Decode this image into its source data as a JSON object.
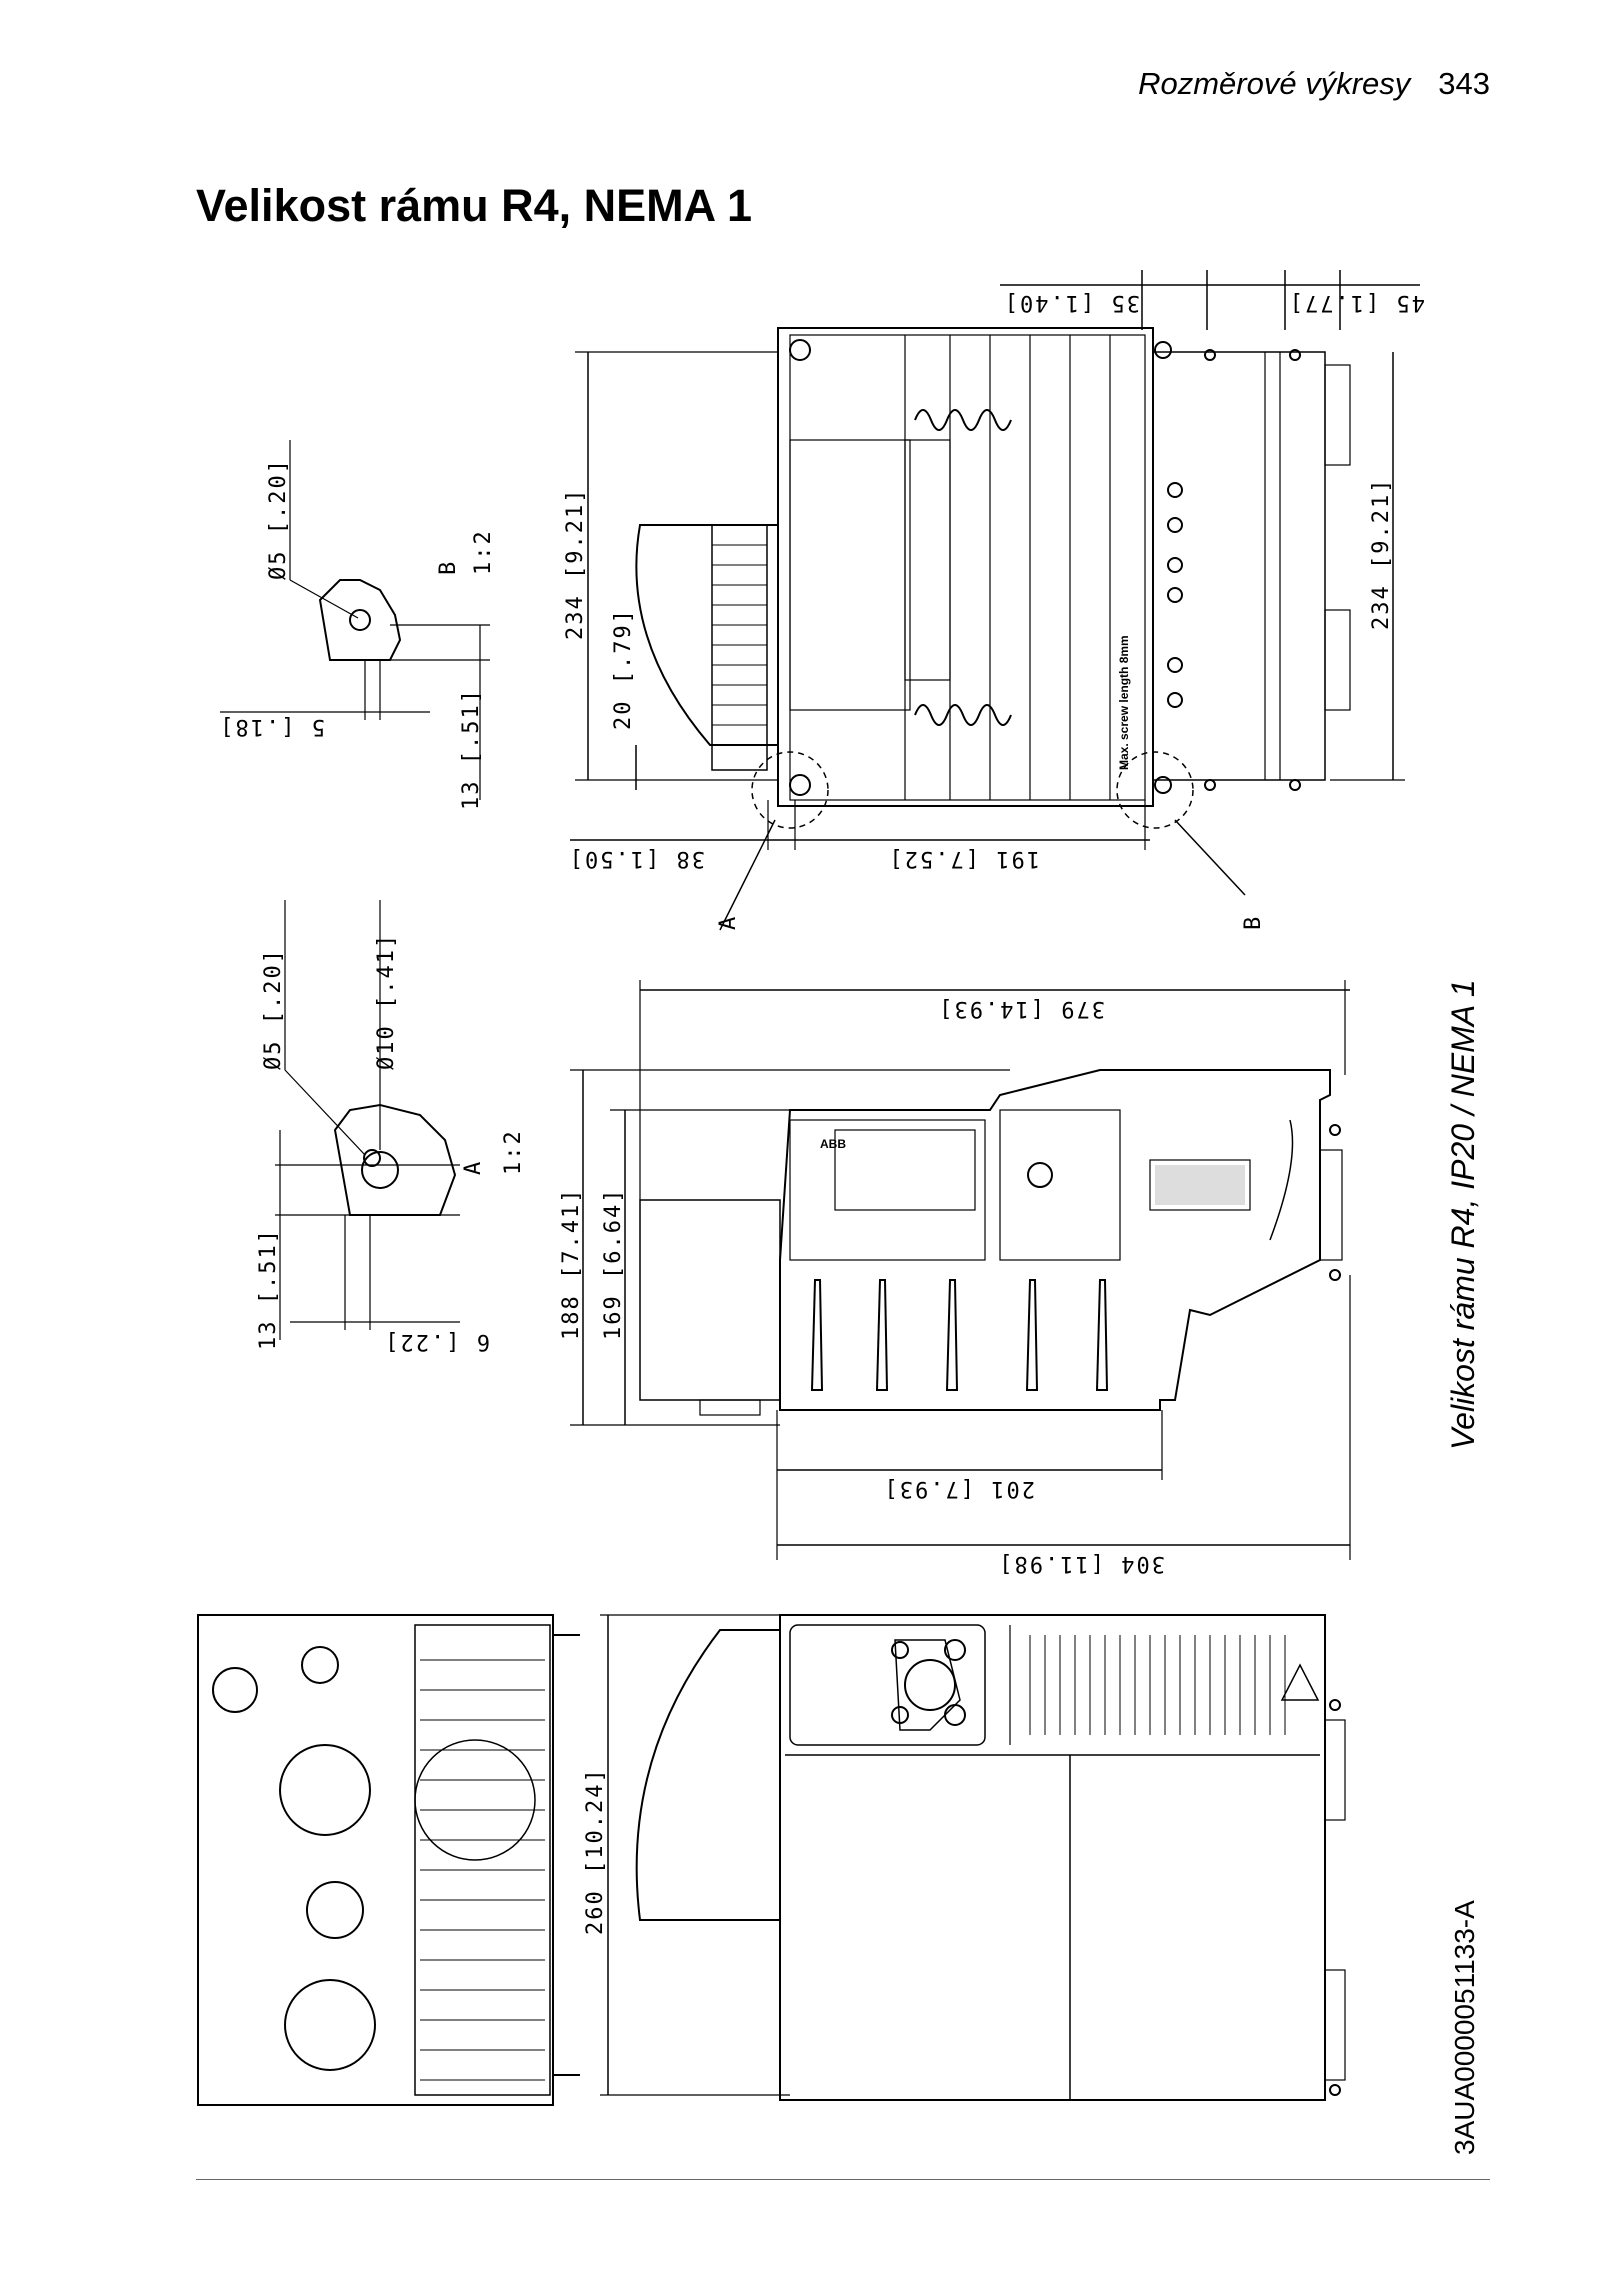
{
  "header": {
    "section": "Rozměrové výkresy",
    "page_number": "343"
  },
  "title": "Velikost rámu R4, NEMA 1",
  "caption": "Velikost rámu R4, IP20 / NEMA 1",
  "drawing_code": "3AUA0000051133-A",
  "top_view": {
    "dim_35": "35 [1.40]",
    "dim_45": "45 [1.77]",
    "dim_234_left": "234 [9.21]",
    "dim_234_right": "234 [9.21]",
    "dim_20": "20 [.79]",
    "dim_38": "38 [1.50]",
    "dim_191": "191 [7.52]",
    "label_a": "A",
    "label_b": "B",
    "screw_note": "Max. screw length 8mm"
  },
  "detail_b": {
    "dim_d5": "Ø5 [.20]",
    "dim_5": "5 [.18]",
    "dim_13": "13 [.51]",
    "label": "B",
    "scale": "1:2"
  },
  "detail_a": {
    "dim_d5": "Ø5 [.20]",
    "dim_d10": "Ø10 [.41]",
    "dim_13": "13 [.51]",
    "dim_6": "6 [.22]",
    "label": "A",
    "scale": "1:2"
  },
  "side_view": {
    "dim_379": "379 [14.93]",
    "dim_188": "188 [7.41]",
    "dim_169": "169 [6.64]",
    "dim_201": "201 [7.93]",
    "dim_304": "304 [11.98]",
    "brand": "ABB"
  },
  "front_view": {
    "dim_260": "260 [10.24]"
  }
}
